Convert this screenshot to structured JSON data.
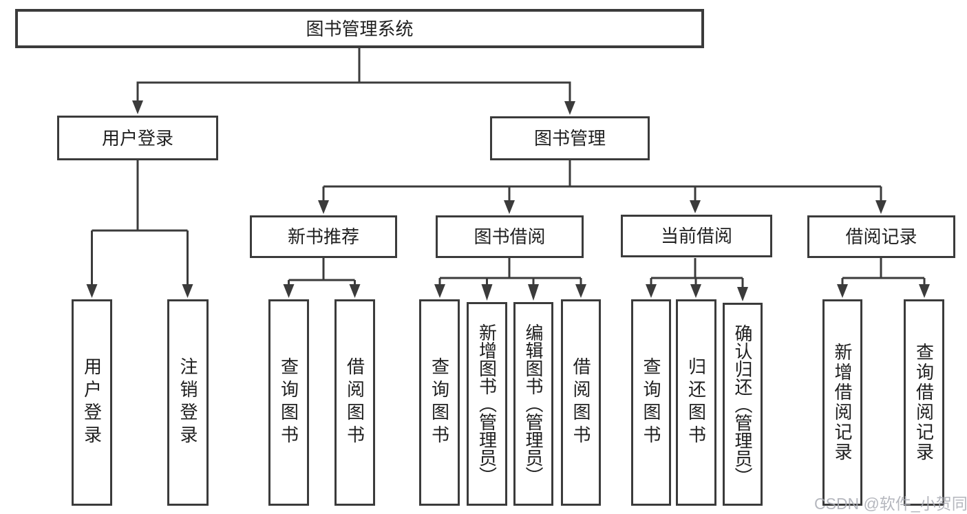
{
  "colors": {
    "line": "#3b3b3b",
    "text": "#1f1f1f",
    "box-bg": "#ffffff",
    "watermark": "#a9abb3"
  },
  "nodes": {
    "root": "图书管理系统",
    "user_login": "用户登录",
    "book_mgmt": "图书管理",
    "new_books": "新书推荐",
    "book_borrow": "图书借阅",
    "current_borrow": "当前借阅",
    "borrow_records": "借阅记录",
    "ul_login": "用户登录",
    "ul_logout": "注销登录",
    "nb_query": "查询图书",
    "nb_borrow": "借阅图书",
    "bb_query": "查询图书",
    "bb_add": "新增图书（管理员）",
    "bb_edit": "编辑图书（管理员）",
    "bb_borrow": "借阅图书",
    "cb_query": "查询图书",
    "cb_return": "归还图书",
    "cb_confirm": "确认归还（管理员）",
    "br_add": "新增借阅记录",
    "br_query": "查询借阅记录"
  },
  "watermark": "CSDN @软件_小贺同学"
}
